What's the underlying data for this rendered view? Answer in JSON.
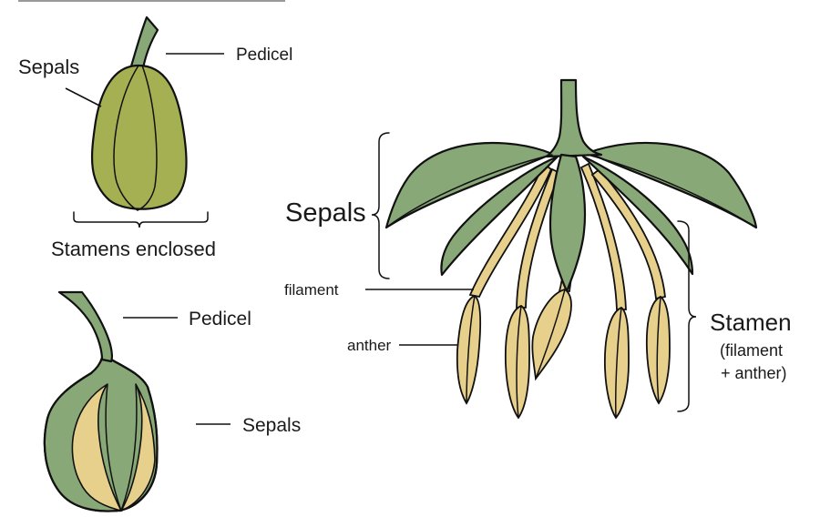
{
  "diagram": {
    "title": "Flower bud and open flower: sepals, pedicel and stamens",
    "colors": {
      "sepal_green": "#88a878",
      "bud_green": "#a4b052",
      "stamen_yellow": "#e7d08c",
      "outline": "#111111",
      "top_rule": "#999999"
    },
    "panels": {
      "closed_bud": {
        "labels": {
          "pedicel": "Pedicel",
          "sepals": "Sepals",
          "caption": "Stamens enclosed"
        }
      },
      "opening_bud": {
        "labels": {
          "pedicel": "Pedicel",
          "sepals": "Sepals"
        }
      },
      "open_flower": {
        "labels": {
          "sepals": "Sepals",
          "filament": "filament",
          "anther": "anther",
          "stamen": "Stamen",
          "stamen_note_line1": "(filament",
          "stamen_note_line2": "+ anther)"
        }
      }
    }
  }
}
